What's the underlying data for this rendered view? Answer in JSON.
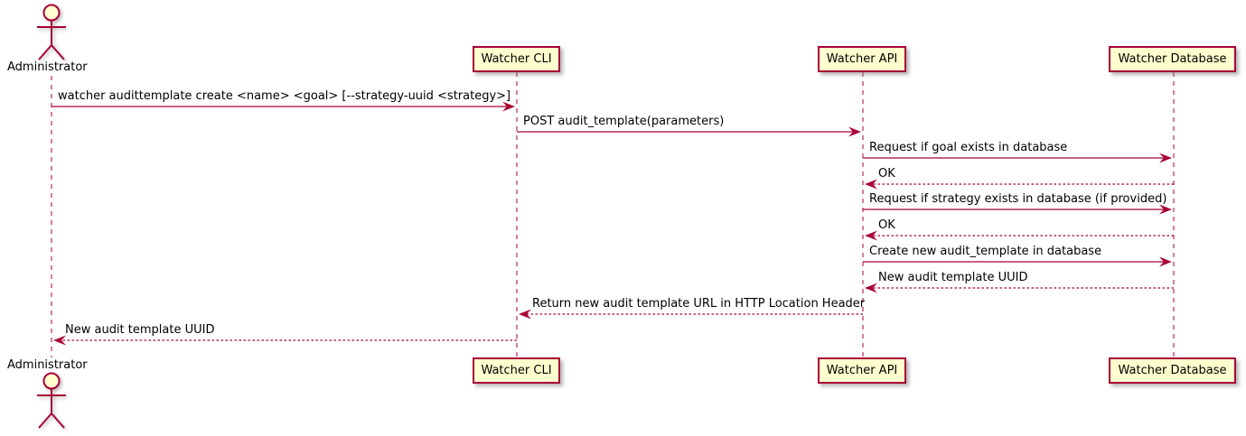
{
  "diagram": {
    "kind": "sequence-diagram",
    "colors": {
      "accent": "#A80036",
      "participant_fill": "#FEFECE",
      "text": "#000000",
      "background": "#FFFFFF"
    },
    "actor": {
      "name": "Administrator"
    },
    "participants": [
      {
        "label": "Watcher CLI"
      },
      {
        "label": "Watcher API"
      },
      {
        "label": "Watcher Database"
      }
    ],
    "messages": [
      {
        "from": "Administrator",
        "to": "Watcher CLI",
        "style": "solid",
        "text": "watcher audittemplate create <name> <goal> [--strategy-uuid <strategy>]"
      },
      {
        "from": "Watcher CLI",
        "to": "Watcher API",
        "style": "solid",
        "text": "POST audit_template(parameters)"
      },
      {
        "from": "Watcher API",
        "to": "Watcher Database",
        "style": "solid",
        "text": "Request if goal exists in database"
      },
      {
        "from": "Watcher Database",
        "to": "Watcher API",
        "style": "dashed",
        "text": "OK"
      },
      {
        "from": "Watcher API",
        "to": "Watcher Database",
        "style": "solid",
        "text": "Request if strategy exists in database (if provided)"
      },
      {
        "from": "Watcher Database",
        "to": "Watcher API",
        "style": "dashed",
        "text": "OK"
      },
      {
        "from": "Watcher API",
        "to": "Watcher Database",
        "style": "solid",
        "text": "Create new audit_template in database"
      },
      {
        "from": "Watcher Database",
        "to": "Watcher API",
        "style": "dashed",
        "text": "New audit template UUID"
      },
      {
        "from": "Watcher API",
        "to": "Watcher CLI",
        "style": "dashed",
        "text": "Return new audit template URL in HTTP Location Header"
      },
      {
        "from": "Watcher CLI",
        "to": "Administrator",
        "style": "dashed",
        "text": "New audit template UUID"
      }
    ]
  }
}
